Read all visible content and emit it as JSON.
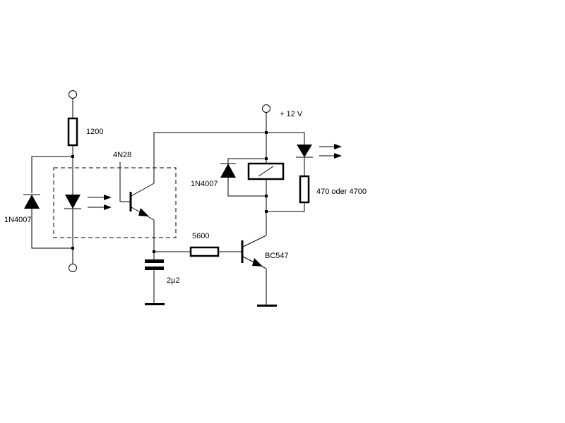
{
  "diagram": {
    "labels": {
      "r_input": "1200",
      "optocoupler": "4N28",
      "diode_input": "1N4007",
      "diode_relay": "1N4007",
      "supply": "+ 12 V",
      "r_base": "5600",
      "transistor": "BC547",
      "capacitor": "2µ2",
      "r_led": "470 oder 4700"
    }
  }
}
